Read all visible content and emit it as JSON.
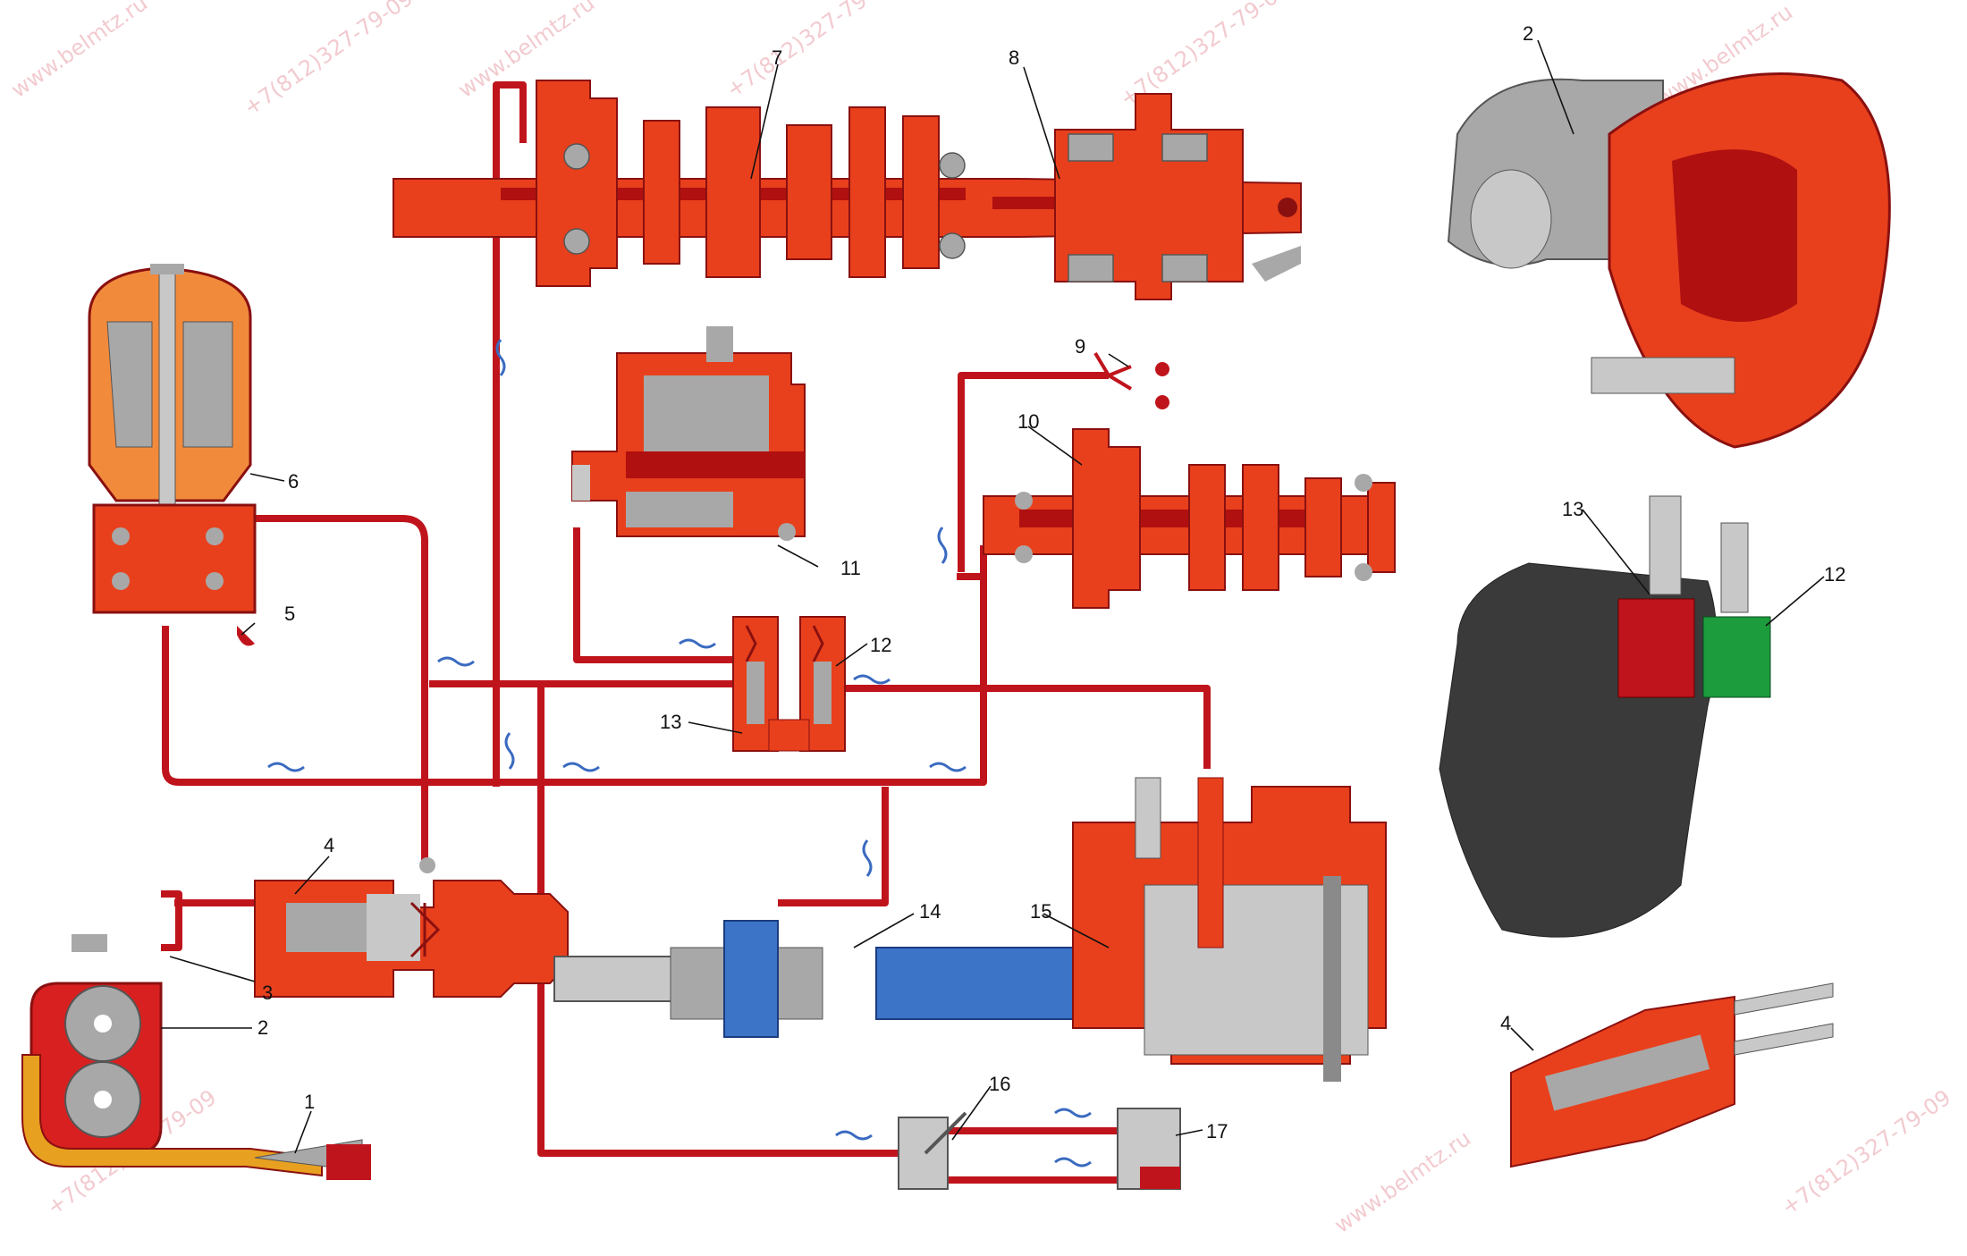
{
  "colors": {
    "oil_line": "#c0141c",
    "part_body": "#e8401c",
    "part_dark": "#b01010",
    "part_light": "#f28a3c",
    "metal": "#a8a8a8",
    "blue_part": "#3c74c8",
    "green_part": "#1c9c3c",
    "cast_iron": "#3a3a3a"
  },
  "callouts": [
    {
      "id": "c1",
      "label": "1"
    },
    {
      "id": "c2",
      "label": "2"
    },
    {
      "id": "c3",
      "label": "3"
    },
    {
      "id": "c4",
      "label": "4"
    },
    {
      "id": "c5",
      "label": "5"
    },
    {
      "id": "c6",
      "label": "6"
    },
    {
      "id": "c7",
      "label": "7"
    },
    {
      "id": "c8",
      "label": "8"
    },
    {
      "id": "c9",
      "label": "9"
    },
    {
      "id": "c10",
      "label": "10"
    },
    {
      "id": "c11",
      "label": "11"
    },
    {
      "id": "c12",
      "label": "12"
    },
    {
      "id": "c13",
      "label": "13"
    },
    {
      "id": "c14",
      "label": "14"
    },
    {
      "id": "c15",
      "label": "15"
    },
    {
      "id": "c16",
      "label": "16"
    },
    {
      "id": "c17",
      "label": "17"
    },
    {
      "id": "r2",
      "label": "2"
    },
    {
      "id": "r13",
      "label": "13"
    },
    {
      "id": "r12",
      "label": "12"
    },
    {
      "id": "r4",
      "label": "4"
    }
  ],
  "watermarks": [
    "www.belmtz.ru",
    "+7(812)327-79-09"
  ],
  "icons": [
    "gear-pump-icon",
    "centrifuge-filter-icon",
    "clutch-pack-icon",
    "solenoid-valve-icon",
    "pressure-gauge-icon",
    "flow-arrow-icon"
  ]
}
